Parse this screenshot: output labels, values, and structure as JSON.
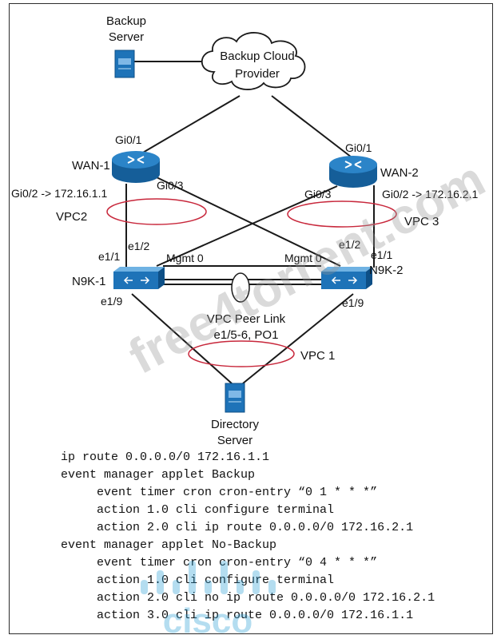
{
  "colors": {
    "device_blue": "#1e73b8",
    "vpc_ellipse": "#c8283c",
    "line": "#1a1a1a",
    "watermark": "#9a9a9a",
    "logo": "#2a9fd6"
  },
  "devices": {
    "backup_server": {
      "label": "Backup\nServer",
      "icon": "server-icon"
    },
    "cloud": {
      "label": "Backup Cloud\nProvider",
      "icon": "cloud-icon"
    },
    "wan1": {
      "label": "WAN-1",
      "icon": "router-icon"
    },
    "wan2": {
      "label": "WAN-2",
      "icon": "router-icon"
    },
    "n9k1": {
      "label": "N9K-1",
      "icon": "switch-icon"
    },
    "n9k2": {
      "label": "N9K-2",
      "icon": "switch-icon"
    },
    "directory_server": {
      "label": "Directory\nServer",
      "icon": "server-icon"
    }
  },
  "interfaces": {
    "wan1_gi01": "Gi0/1",
    "wan2_gi01": "Gi0/1",
    "wan1_gi02": "Gi0/2 -> 172.16.1.1",
    "wan1_gi03": "Gi0/3",
    "wan2_gi03": "Gi0/3",
    "wan2_gi02": "Gi0/2 -> 172.16.2.1",
    "n9k1_e11": "e1/1",
    "n9k1_e12": "e1/2",
    "n9k1_mgmt": "Mgmt 0",
    "n9k2_mgmt": "Mgmt 0",
    "n9k2_e12": "e1/2",
    "n9k2_e11": "e1/1",
    "n9k1_e19": "e1/9",
    "n9k2_e19": "e1/9"
  },
  "vpcs": {
    "vpc2": "VPC2",
    "vpc3": "VPC 3",
    "vpc1": "VPC 1",
    "peer_link": "VPC Peer Link",
    "peer_link_ports": "e1/5-6, PO1"
  },
  "config_lines": [
    "ip route 0.0.0.0/0 172.16.1.1",
    "event manager applet Backup",
    "     event timer cron cron-entry “0 1 * * *”",
    "     action 1.0 cli configure terminal",
    "     action 2.0 cli ip route 0.0.0.0/0 172.16.2.1",
    "event manager applet No-Backup",
    "     event timer cron cron-entry “0 4 * * *”",
    "     action 1.0 cli configure terminal",
    "     action 2.0 cli no ip route 0.0.0.0/0 172.16.2.1",
    "     action 3.0 cli ip route 0.0.0.0/0 172.16.1.1"
  ],
  "watermark_text": "free4torrent.com",
  "logo_text": "cisco"
}
